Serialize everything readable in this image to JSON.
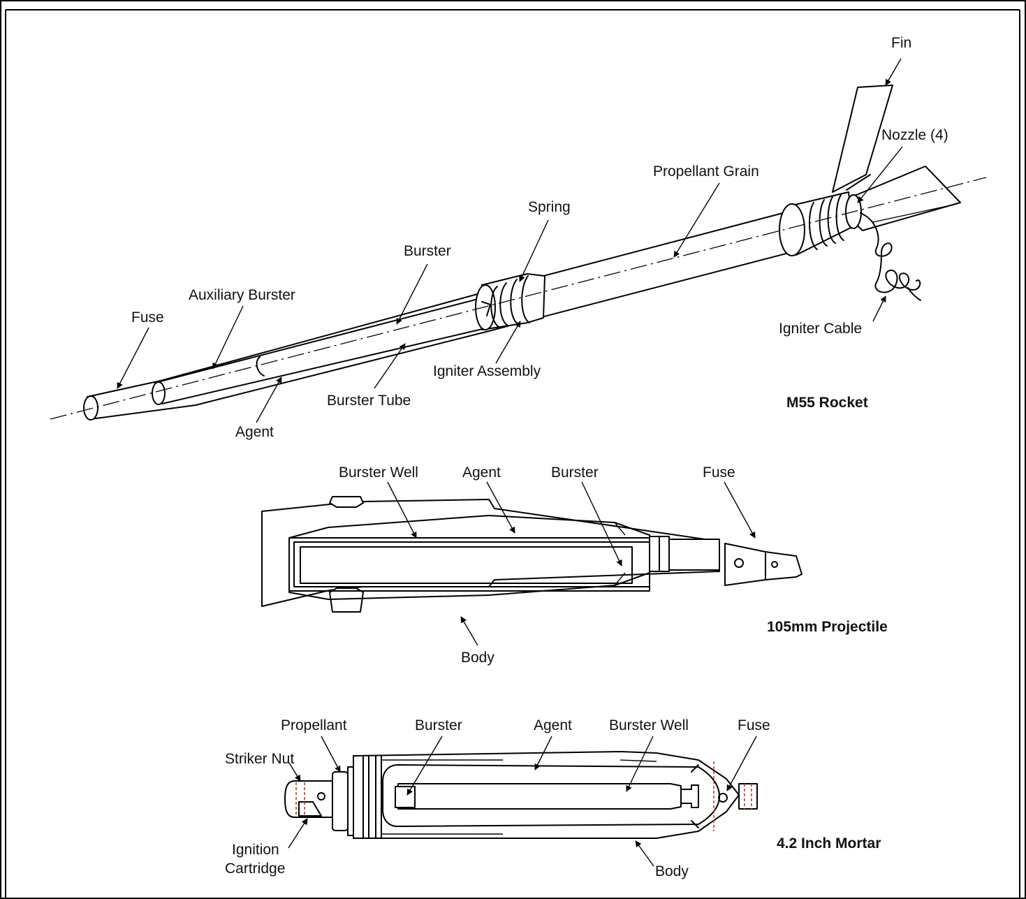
{
  "rocket": {
    "title": "M55 Rocket",
    "labels": {
      "fin": "Fin",
      "nozzle": "Nozzle (4)",
      "propellant_grain": "Propellant Grain",
      "spring": "Spring",
      "burster": "Burster",
      "auxiliary_burster": "Auxiliary Burster",
      "fuse": "Fuse",
      "igniter_cable": "Igniter Cable",
      "igniter_assembly": "Igniter Assembly",
      "burster_tube": "Burster Tube",
      "agent": "Agent"
    }
  },
  "projectile": {
    "title": "105mm Projectile",
    "labels": {
      "burster_well": "Burster Well",
      "agent": "Agent",
      "burster": "Burster",
      "fuse": "Fuse",
      "body": "Body"
    }
  },
  "mortar": {
    "title": "4.2 Inch Mortar",
    "labels": {
      "propellant": "Propellant",
      "burster": "Burster",
      "agent": "Agent",
      "burster_well": "Burster Well",
      "fuse": "Fuse",
      "striker_nut": "Striker Nut",
      "ignition_cartridge_line1": "Ignition",
      "ignition_cartridge_line2": "Cartridge",
      "body": "Body"
    }
  }
}
